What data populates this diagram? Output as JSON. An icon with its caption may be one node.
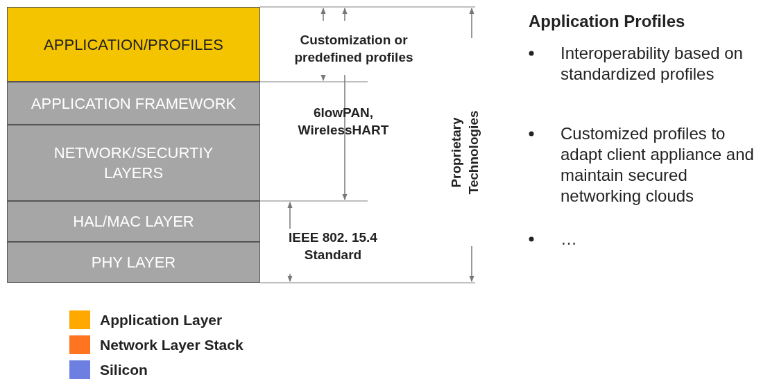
{
  "diagram": {
    "nodes": [
      {
        "text": [
          "APPLICATION/PROFILES"
        ]
      },
      {
        "text": [
          "APPLICATION FRAMEWORK"
        ]
      },
      {
        "text": [
          "NETWORK/SECURTIY LAYERS"
        ]
      },
      {
        "text": [
          "HAL/MAC LAYER"
        ]
      },
      {
        "text": [
          "PHY LAYER"
        ]
      }
    ],
    "edges": [],
    "labels": [
      "Customization or predefined profiles",
      "6lowPAN, WirelessHART",
      "IEEE 802. 15.4 Standard",
      "Proprietary Technologies",
      "Application Profiles",
      "Interoperability based on standardized profiles",
      "Customized profiles to adapt client appliance and maintain secured networking clouds",
      "…"
    ],
    "legend": [
      {
        "text": "Application Layer",
        "color": "#ffa800"
      },
      {
        "text": "Network Layer Stack",
        "color": "#ff7420"
      },
      {
        "text": "Silicon",
        "color": "#6d7fe0"
      }
    ]
  }
}
